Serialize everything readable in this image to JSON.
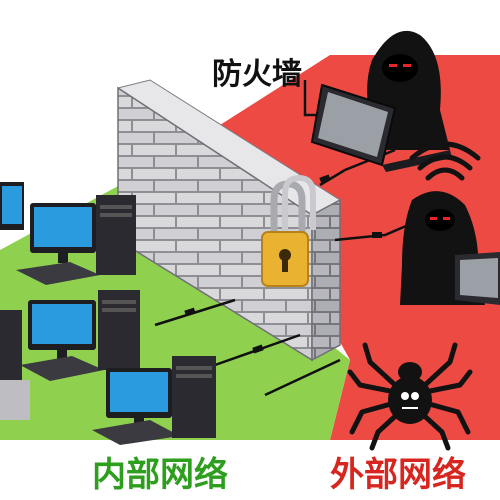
{
  "labels": {
    "firewall": "防火墙",
    "internal_network": "内部网络",
    "external_network": "外部网络"
  },
  "colors": {
    "internal_zone": "#8fd14f",
    "external_zone": "#ee4a44",
    "wall_brick": "#d9d9dc",
    "wall_mortar": "#8e8e94",
    "lock_body": "#e9b230",
    "monitor_screen": "#2b9be0",
    "hacker": "#121212",
    "hacker_eyes": "#e8262a"
  },
  "icons": {
    "lock": "padlock-icon",
    "hacker": "hooded-hacker-icon",
    "spider": "spider-icon",
    "wifi": "wifi-signal-icon",
    "computer": "desktop-computer-icon"
  }
}
